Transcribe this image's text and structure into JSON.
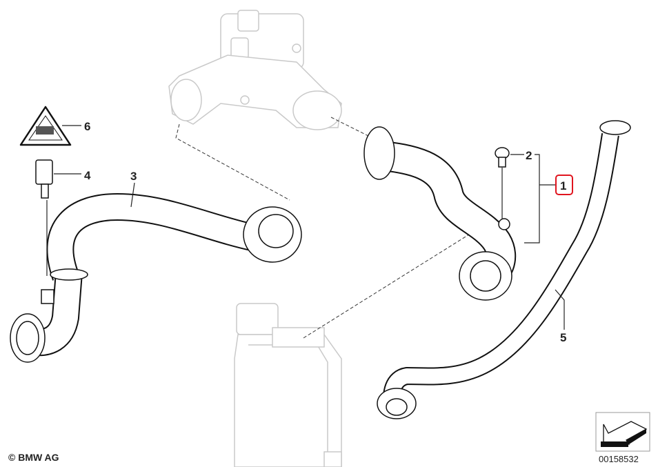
{
  "diagram": {
    "callouts": {
      "p1": "1",
      "p2": "2",
      "p3": "3",
      "p4": "4",
      "p5": "5",
      "p6": "6"
    },
    "highlight_color": "#e0141e",
    "copyright": "© BMW AG",
    "drawing_number": "00158532"
  }
}
